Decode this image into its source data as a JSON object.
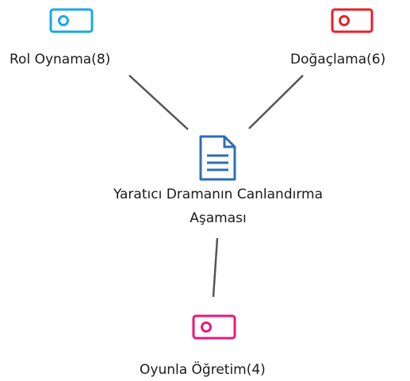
{
  "center": {
    "line1": "Yaratıcı Dramanın Canlandırma",
    "line2": "Aşaması",
    "icon": "document-icon",
    "color": "#2F6DB5"
  },
  "codes": [
    {
      "label": "Rol Oynama(8)",
      "icon": "code-tag-icon",
      "color": "#1BA7E8"
    },
    {
      "label": "Doğaçlama(6)",
      "icon": "code-tag-icon",
      "color": "#E8202A"
    },
    {
      "label": "Oyunla Öğretim(4)",
      "icon": "code-tag-icon",
      "color": "#E8187C"
    }
  ],
  "connector_color": "#555555"
}
